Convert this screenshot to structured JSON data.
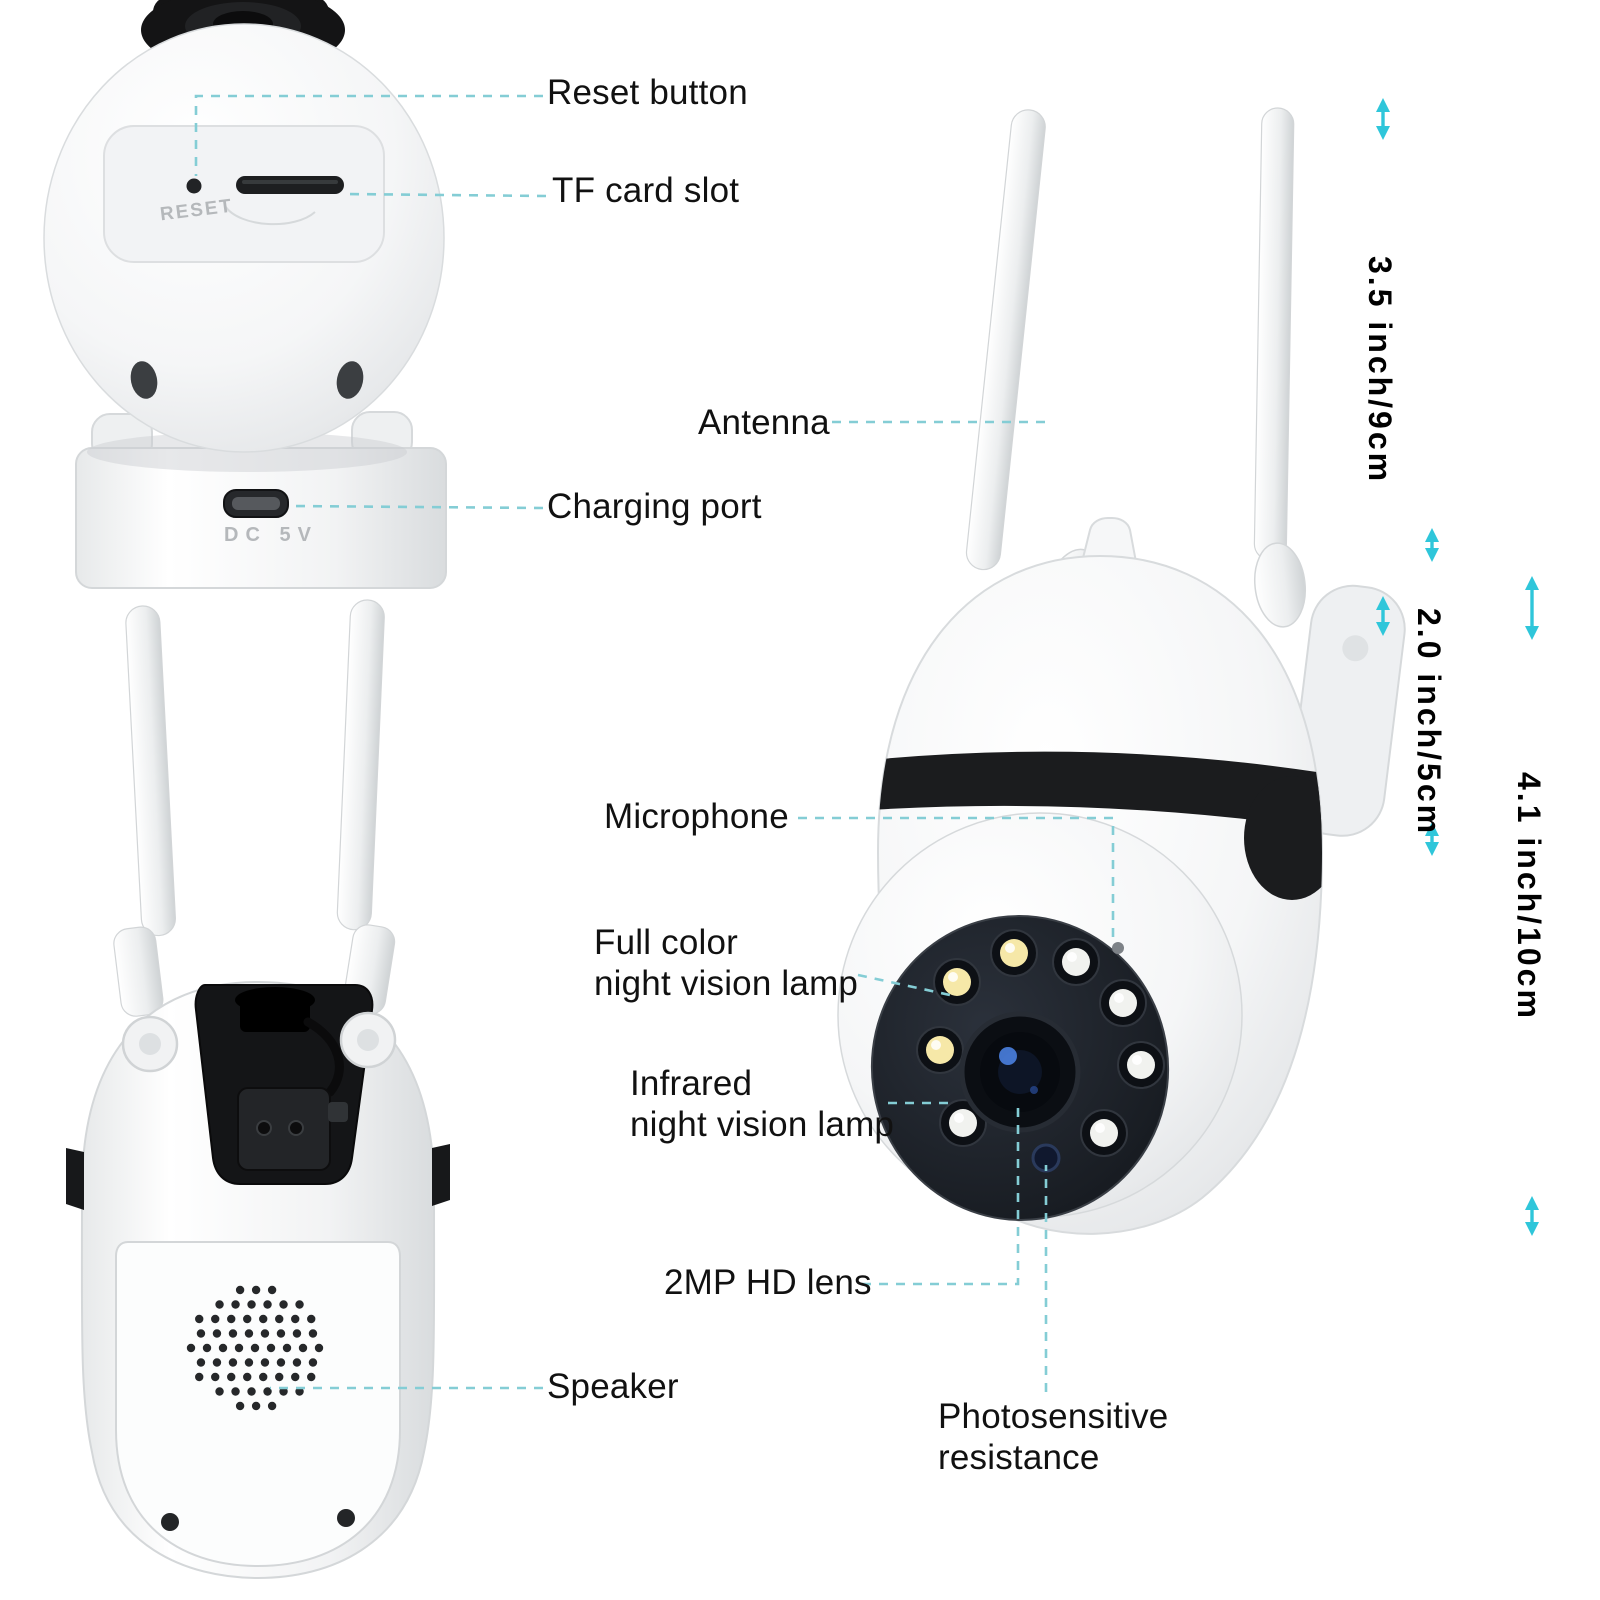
{
  "colors": {
    "accent": "#2fc6da",
    "leader": "#84cdd5",
    "label_text": "#111111"
  },
  "callouts": {
    "reset_button": "Reset button",
    "tf_card_slot": "TF card slot",
    "antenna": "Antenna",
    "charging_port": "Charging port",
    "microphone": "Microphone",
    "full_color_night_vision_lamp": "Full color\nnight vision lamp",
    "infrared_night_vision_lamp": "Infrared\nnight vision lamp",
    "hd_lens": "2MP HD lens",
    "speaker": "Speaker",
    "photosensitive_resistance": "Photosensitive\nresistance"
  },
  "device_markings": {
    "reset": "RESET",
    "power_port": "DC  5V"
  },
  "dimensions": {
    "antenna_length": "3.5 inch/9cm",
    "bracket_height": "2.0 inch/5cm",
    "body_height": "4.1 inch/10cm"
  }
}
